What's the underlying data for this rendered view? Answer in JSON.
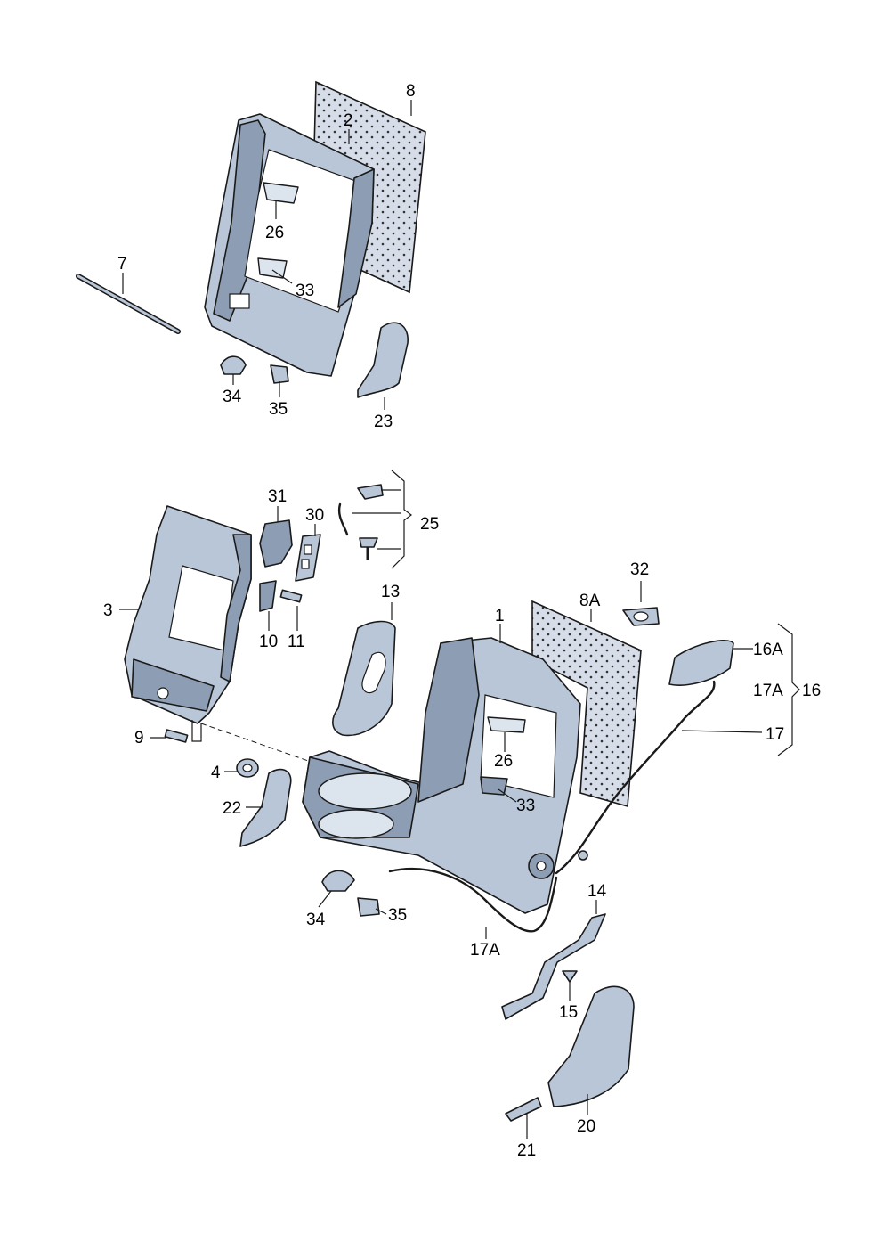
{
  "labels": {
    "l1": "1",
    "l2": "2",
    "l3": "3",
    "l4": "4",
    "l7": "7",
    "l8": "8",
    "l8a": "8A",
    "l9": "9",
    "l10": "10",
    "l11": "11",
    "l13": "13",
    "l14": "14",
    "l15": "15",
    "l16": "16",
    "l16a": "16A",
    "l17": "17",
    "l17a_right": "17A",
    "l17a_bottom": "17A",
    "l20": "20",
    "l21": "21",
    "l22": "22",
    "l23": "23",
    "l25": "25",
    "l26_top": "26",
    "l26_bottom": "26",
    "l30": "30",
    "l31": "31",
    "l32": "32",
    "l33_top": "33",
    "l33_bottom": "33",
    "l34_top": "34",
    "l34_bottom": "34",
    "l35_top": "35",
    "l35_bottom": "35"
  }
}
